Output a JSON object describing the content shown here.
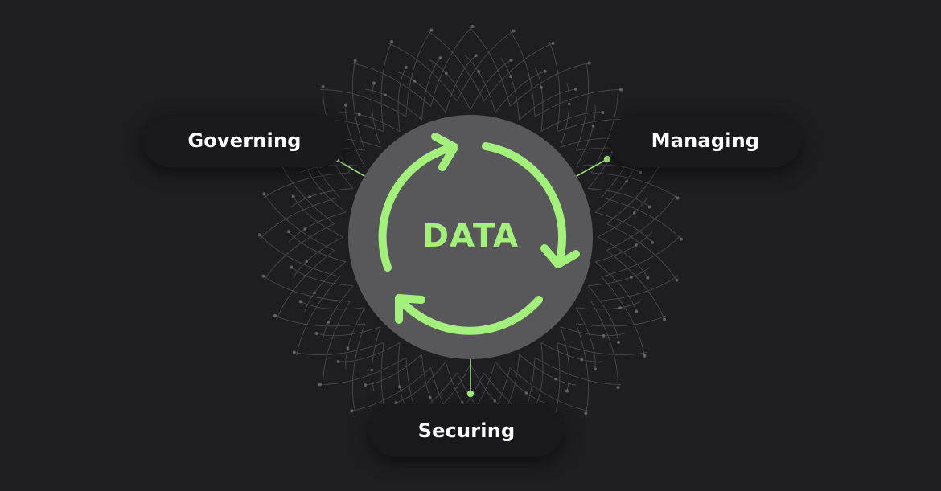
{
  "center": {
    "label": "DATA"
  },
  "nodes": [
    {
      "label": "Governing"
    },
    {
      "label": "Managing"
    },
    {
      "label": "Securing"
    }
  ],
  "colors": {
    "background": "#1e1e22",
    "accent": "#a4f07c",
    "core": "#58585b",
    "pill": "#19191c",
    "text": "#ffffff"
  },
  "icons": [
    "cycle-arrows-icon"
  ]
}
